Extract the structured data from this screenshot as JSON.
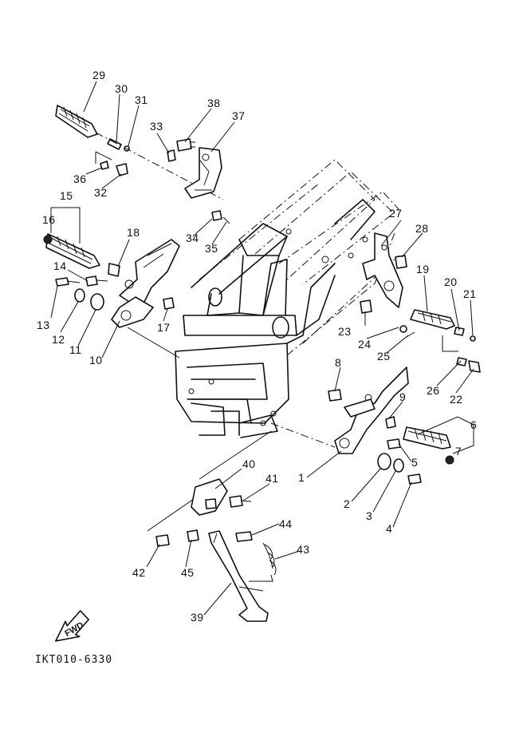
{
  "diagram": {
    "reference_code": "IKT010-6330",
    "forward_label": "FWD",
    "labels": [
      {
        "id": "1",
        "text": "1"
      },
      {
        "id": "2",
        "text": "2"
      },
      {
        "id": "3",
        "text": "3"
      },
      {
        "id": "4",
        "text": "4"
      },
      {
        "id": "5",
        "text": "5"
      },
      {
        "id": "6",
        "text": "6"
      },
      {
        "id": "7",
        "text": "7"
      },
      {
        "id": "8",
        "text": "8"
      },
      {
        "id": "9",
        "text": "9"
      },
      {
        "id": "10",
        "text": "10"
      },
      {
        "id": "11",
        "text": "11"
      },
      {
        "id": "12",
        "text": "12"
      },
      {
        "id": "13",
        "text": "13"
      },
      {
        "id": "14",
        "text": "14"
      },
      {
        "id": "15",
        "text": "15"
      },
      {
        "id": "16",
        "text": "16"
      },
      {
        "id": "17",
        "text": "17"
      },
      {
        "id": "18",
        "text": "18"
      },
      {
        "id": "19",
        "text": "19"
      },
      {
        "id": "20",
        "text": "20"
      },
      {
        "id": "21",
        "text": "21"
      },
      {
        "id": "22",
        "text": "22"
      },
      {
        "id": "23",
        "text": "23"
      },
      {
        "id": "24",
        "text": "24"
      },
      {
        "id": "25",
        "text": "25"
      },
      {
        "id": "26",
        "text": "26"
      },
      {
        "id": "27",
        "text": "27"
      },
      {
        "id": "28",
        "text": "28"
      },
      {
        "id": "29",
        "text": "29"
      },
      {
        "id": "30",
        "text": "30"
      },
      {
        "id": "31",
        "text": "31"
      },
      {
        "id": "32",
        "text": "32"
      },
      {
        "id": "33",
        "text": "33"
      },
      {
        "id": "34",
        "text": "34"
      },
      {
        "id": "35",
        "text": "35"
      },
      {
        "id": "36",
        "text": "36"
      },
      {
        "id": "37",
        "text": "37"
      },
      {
        "id": "38",
        "text": "38"
      },
      {
        "id": "39",
        "text": "39"
      },
      {
        "id": "40",
        "text": "40"
      },
      {
        "id": "41",
        "text": "41"
      },
      {
        "id": "42",
        "text": "42"
      },
      {
        "id": "43",
        "text": "43"
      },
      {
        "id": "44",
        "text": "44"
      },
      {
        "id": "45",
        "text": "45"
      }
    ]
  }
}
